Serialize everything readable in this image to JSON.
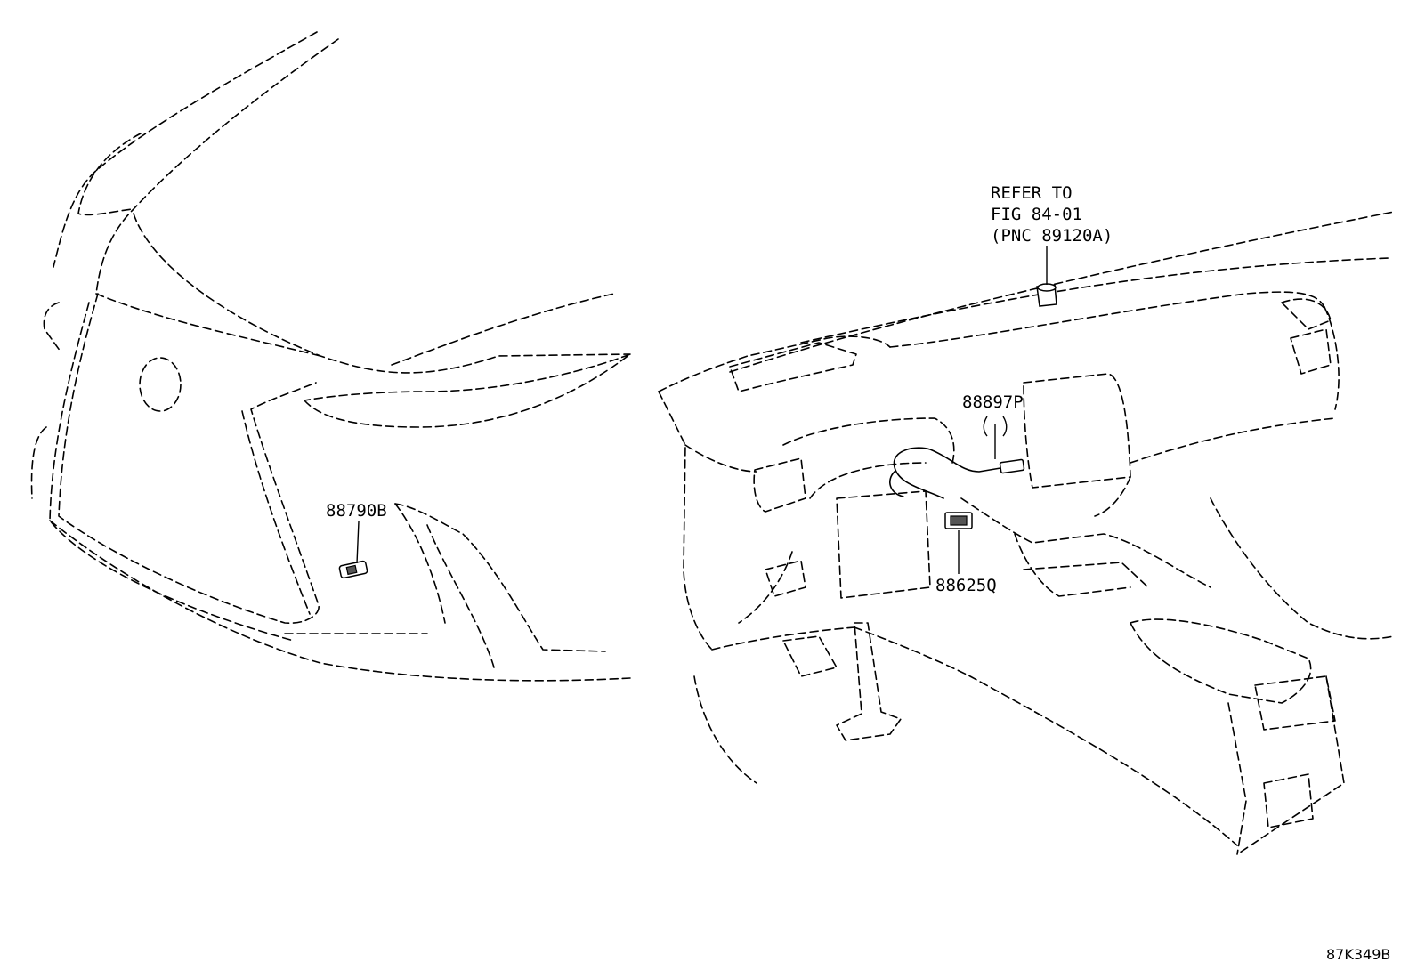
{
  "callouts": {
    "p88790B": "88790B",
    "p88897P": "88897P",
    "p88625Q": "88625Q",
    "refer_line1": "REFER TO",
    "refer_line2": "FIG 84-01",
    "refer_line3": "(PNC 89120A)",
    "bracket": "( )"
  },
  "figure_code": "87K349B"
}
